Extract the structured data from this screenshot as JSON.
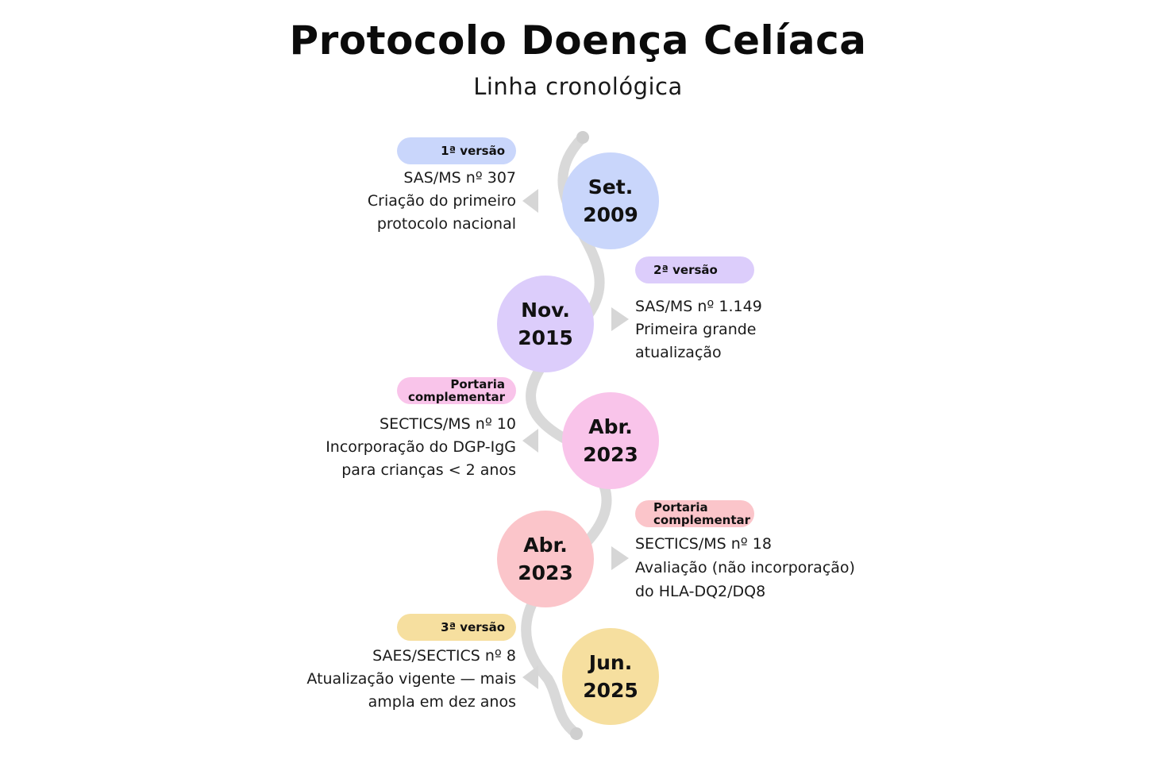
{
  "title": "Protocolo Doença Celíaca",
  "subtitle": "Linha cronológica",
  "events": [
    {
      "date_line1": "Set.",
      "date_line2": "2009",
      "badge_line1": "1ª versão",
      "badge_line2": "",
      "lines": [
        "SAS/MS nº 307",
        "Criação do primeiro",
        "protocolo nacional"
      ],
      "circle_color": "#c9d6fb",
      "badge_color": "#c9d6fb"
    },
    {
      "date_line1": "Nov.",
      "date_line2": "2015",
      "badge_line1": "2ª versão",
      "badge_line2": "",
      "lines": [
        "SAS/MS nº 1.149",
        "Primeira grande",
        "atualização"
      ],
      "circle_color": "#dccdfb",
      "badge_color": "#dccdfb"
    },
    {
      "date_line1": "Abr.",
      "date_line2": "2023",
      "badge_line1": "Portaria",
      "badge_line2": "complementar",
      "lines": [
        "SECTICS/MS nº 10",
        "Incorporação do DGP-IgG",
        "para crianças < 2 anos"
      ],
      "circle_color": "#f9c4ea",
      "badge_color": "#f9c4ea"
    },
    {
      "date_line1": "Abr.",
      "date_line2": "2023",
      "badge_line1": "Portaria",
      "badge_line2": "complementar",
      "lines": [
        "SECTICS/MS nº 18",
        "Avaliação (não incorporação)",
        "do HLA-DQ2/DQ8"
      ],
      "circle_color": "#fbc5ca",
      "badge_color": "#fbc5ca"
    },
    {
      "date_line1": "Jun.",
      "date_line2": "2025",
      "badge_line1": "3ª versão",
      "badge_line2": "",
      "lines": [
        "SAES/SECTICS nº 8",
        "Atualização vigente — mais",
        "ampla em dez anos"
      ],
      "circle_color": "#f6df9f",
      "badge_color": "#f6df9f"
    }
  ]
}
